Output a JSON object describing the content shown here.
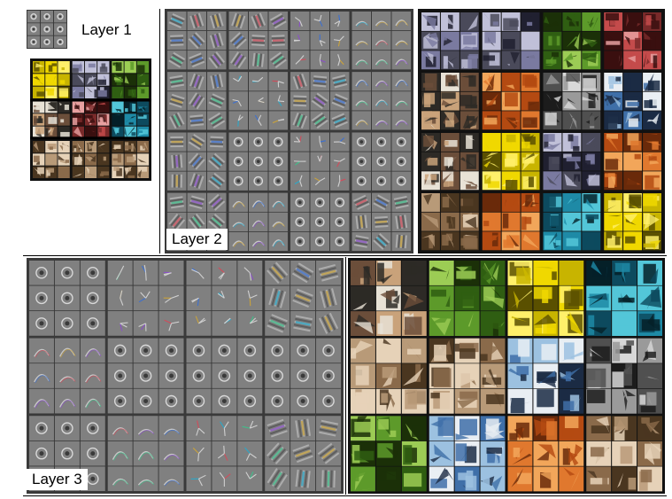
{
  "labels": {
    "layer1": "Layer 1",
    "layer2": "Layer 2",
    "layer3": "Layer 3"
  },
  "colors": {
    "filter_background": "#7f7f7f",
    "grid_lines": "#3a3a3a",
    "patch_border": "#111111"
  },
  "panels": [
    {
      "id": "layer1-filters",
      "kind": "filters",
      "groups": 1,
      "cells": 3
    },
    {
      "id": "layer1-patches",
      "kind": "patches",
      "groups": 3,
      "cells": 3
    },
    {
      "id": "layer2-filters",
      "kind": "filters",
      "groups": 4,
      "cells": 3
    },
    {
      "id": "layer2-patches",
      "kind": "patches",
      "groups": 4,
      "cells": 3
    },
    {
      "id": "layer3-filters",
      "kind": "filters",
      "groups": 4,
      "cells": 3
    },
    {
      "id": "layer3-patches",
      "kind": "patches",
      "groups": 4,
      "cells": 3
    }
  ]
}
